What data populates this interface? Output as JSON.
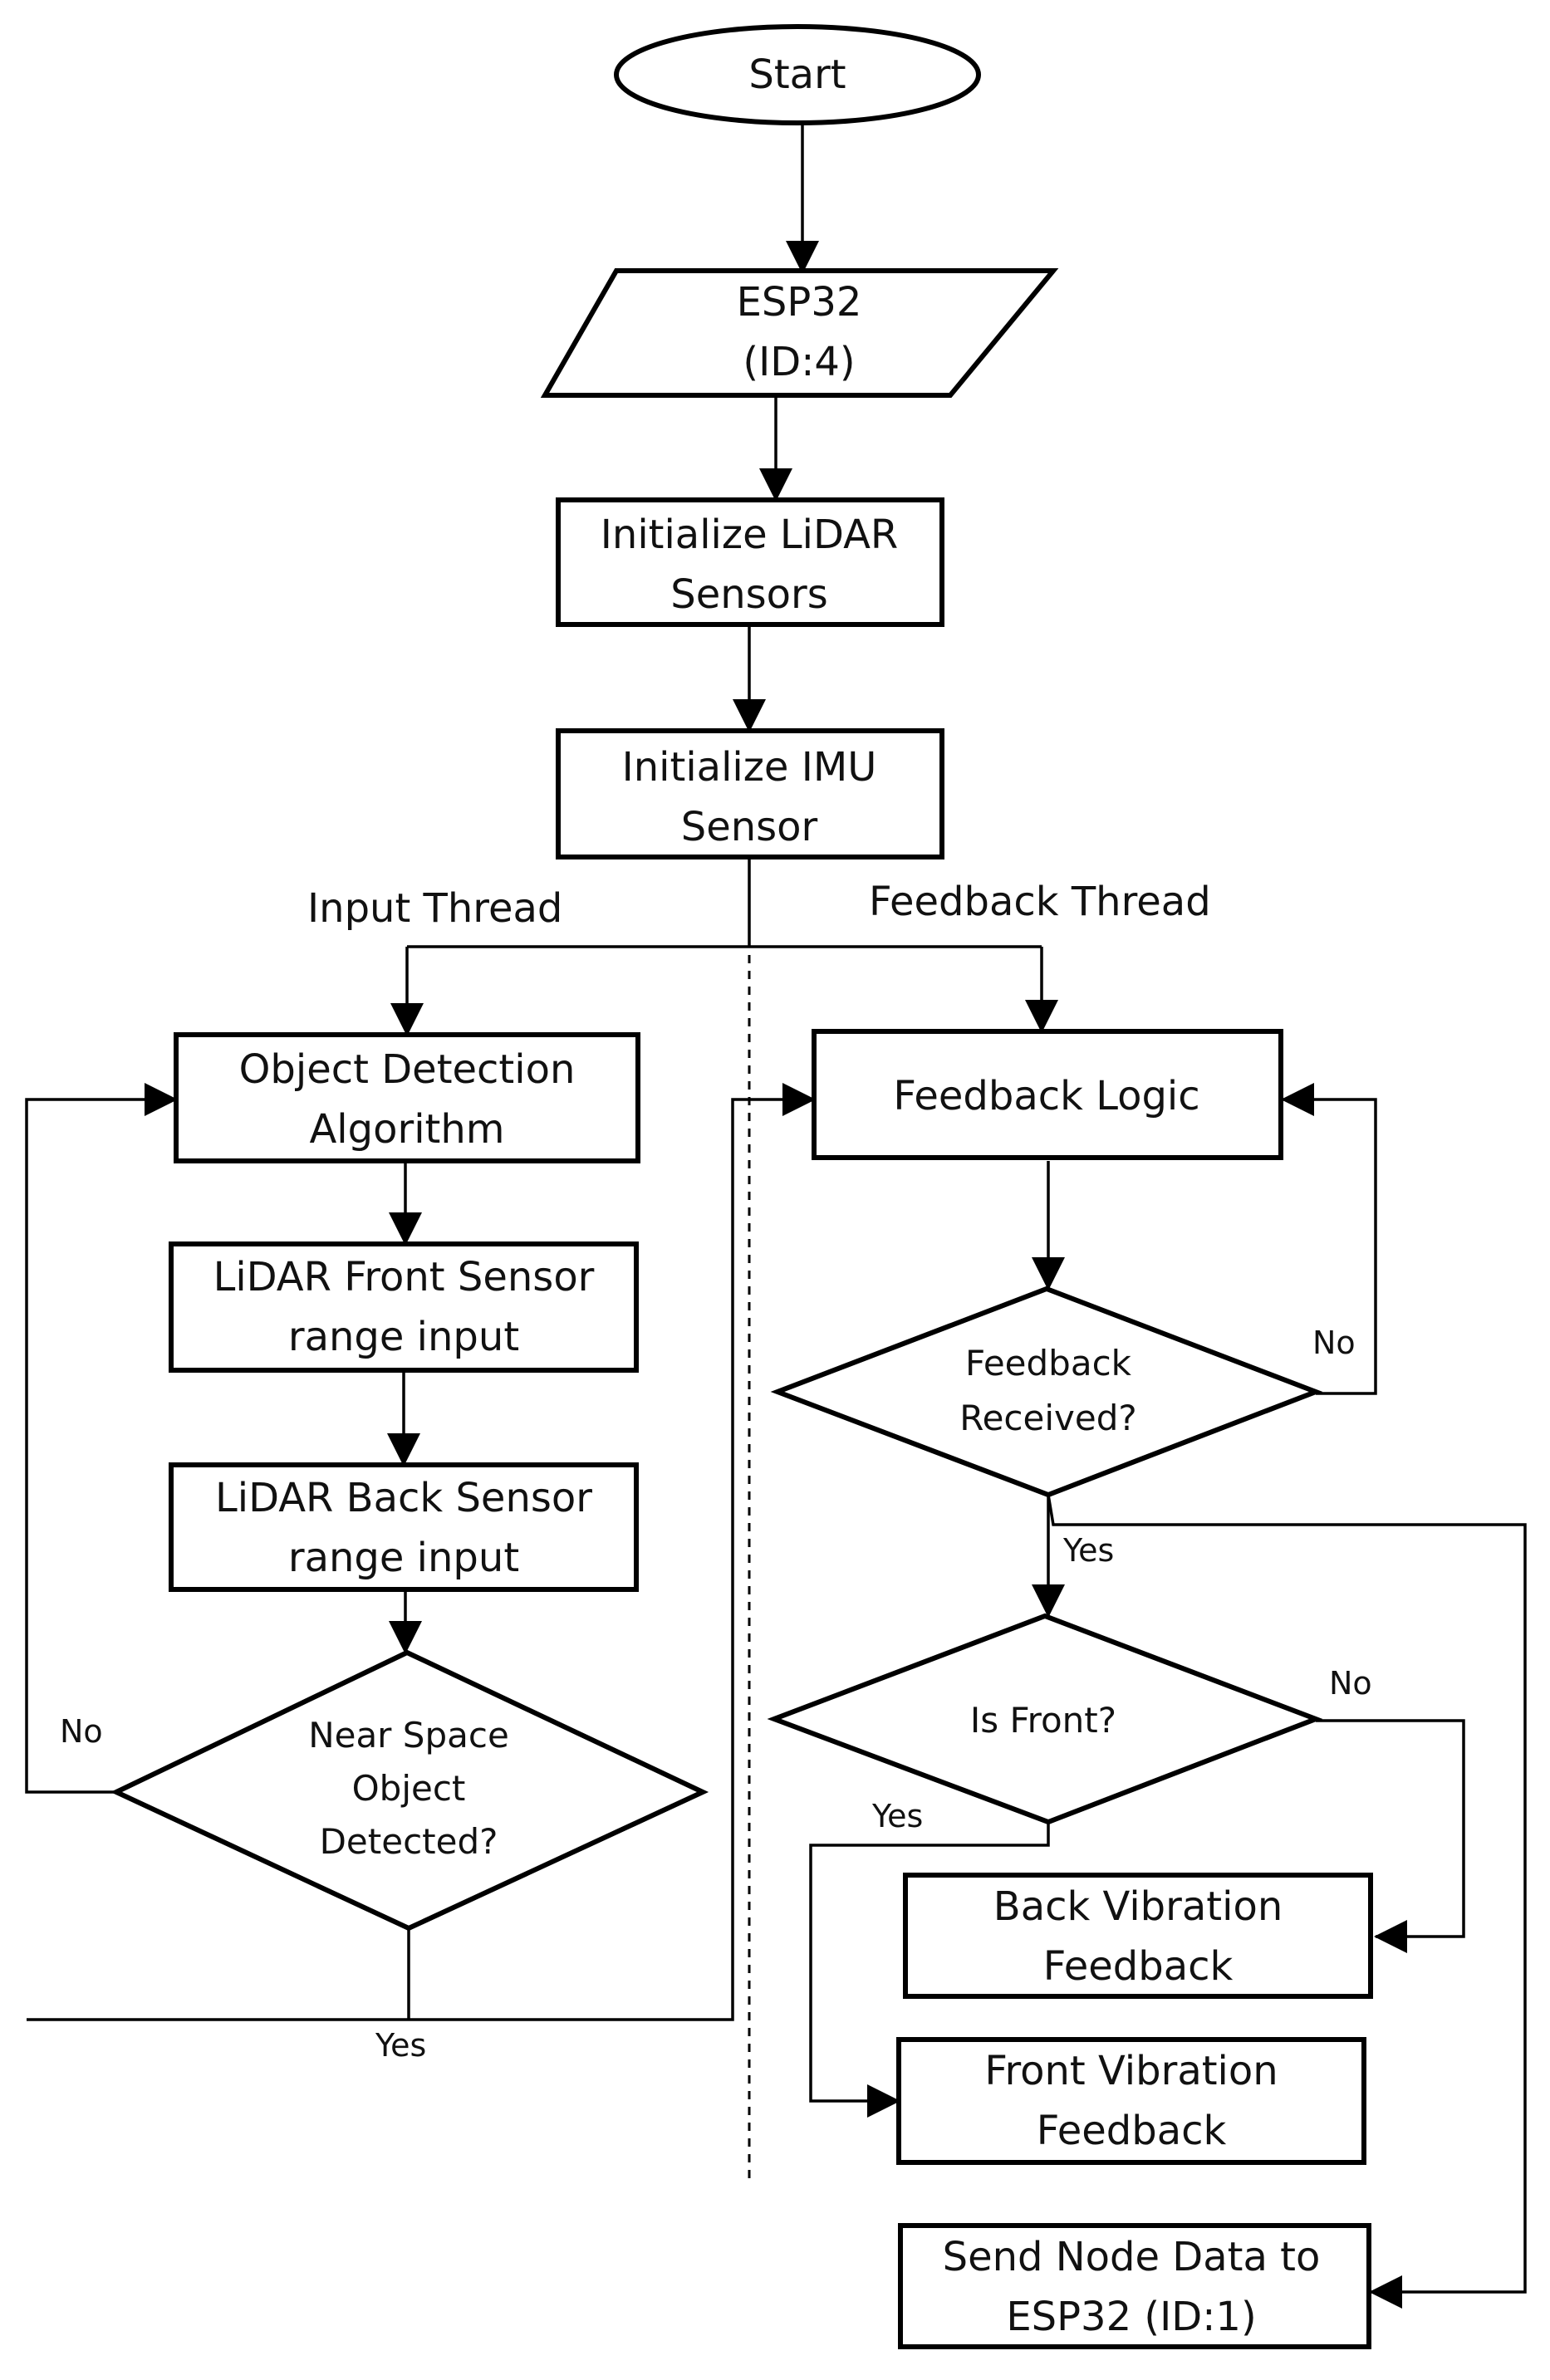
{
  "nodes": {
    "start": "Start",
    "esp32": [
      "ESP32",
      "(ID:4)"
    ],
    "init_lidar": [
      "Initialize LiDAR",
      "Sensors"
    ],
    "init_imu": [
      "Initialize IMU",
      "Sensor"
    ],
    "object_detection": [
      "Object Detection",
      "Algorithm"
    ],
    "lidar_front": [
      "LiDAR Front Sensor",
      "range input"
    ],
    "lidar_back": [
      "LiDAR Back Sensor",
      "range input"
    ],
    "near_space": [
      "Near Space",
      "Object",
      "Detected?"
    ],
    "feedback_logic": "Feedback Logic",
    "feedback_received": [
      "Feedback",
      "Received?"
    ],
    "is_front": "Is Front?",
    "back_vibration": [
      "Back Vibration",
      "Feedback"
    ],
    "front_vibration": [
      "Front Vibration",
      "Feedback"
    ],
    "send_node": [
      "Send Node Data to",
      "ESP32 (ID:1)"
    ]
  },
  "threads": {
    "input": "Input Thread",
    "feedback": "Feedback Thread"
  },
  "edge_labels": {
    "near_space_no": "No",
    "near_space_yes": "Yes",
    "feedback_received_no": "No",
    "feedback_received_yes": "Yes",
    "is_front_no": "No",
    "is_front_yes": "Yes"
  },
  "colors": {
    "stroke": "#000000",
    "fill": "#ffffff",
    "text": "#111111"
  }
}
